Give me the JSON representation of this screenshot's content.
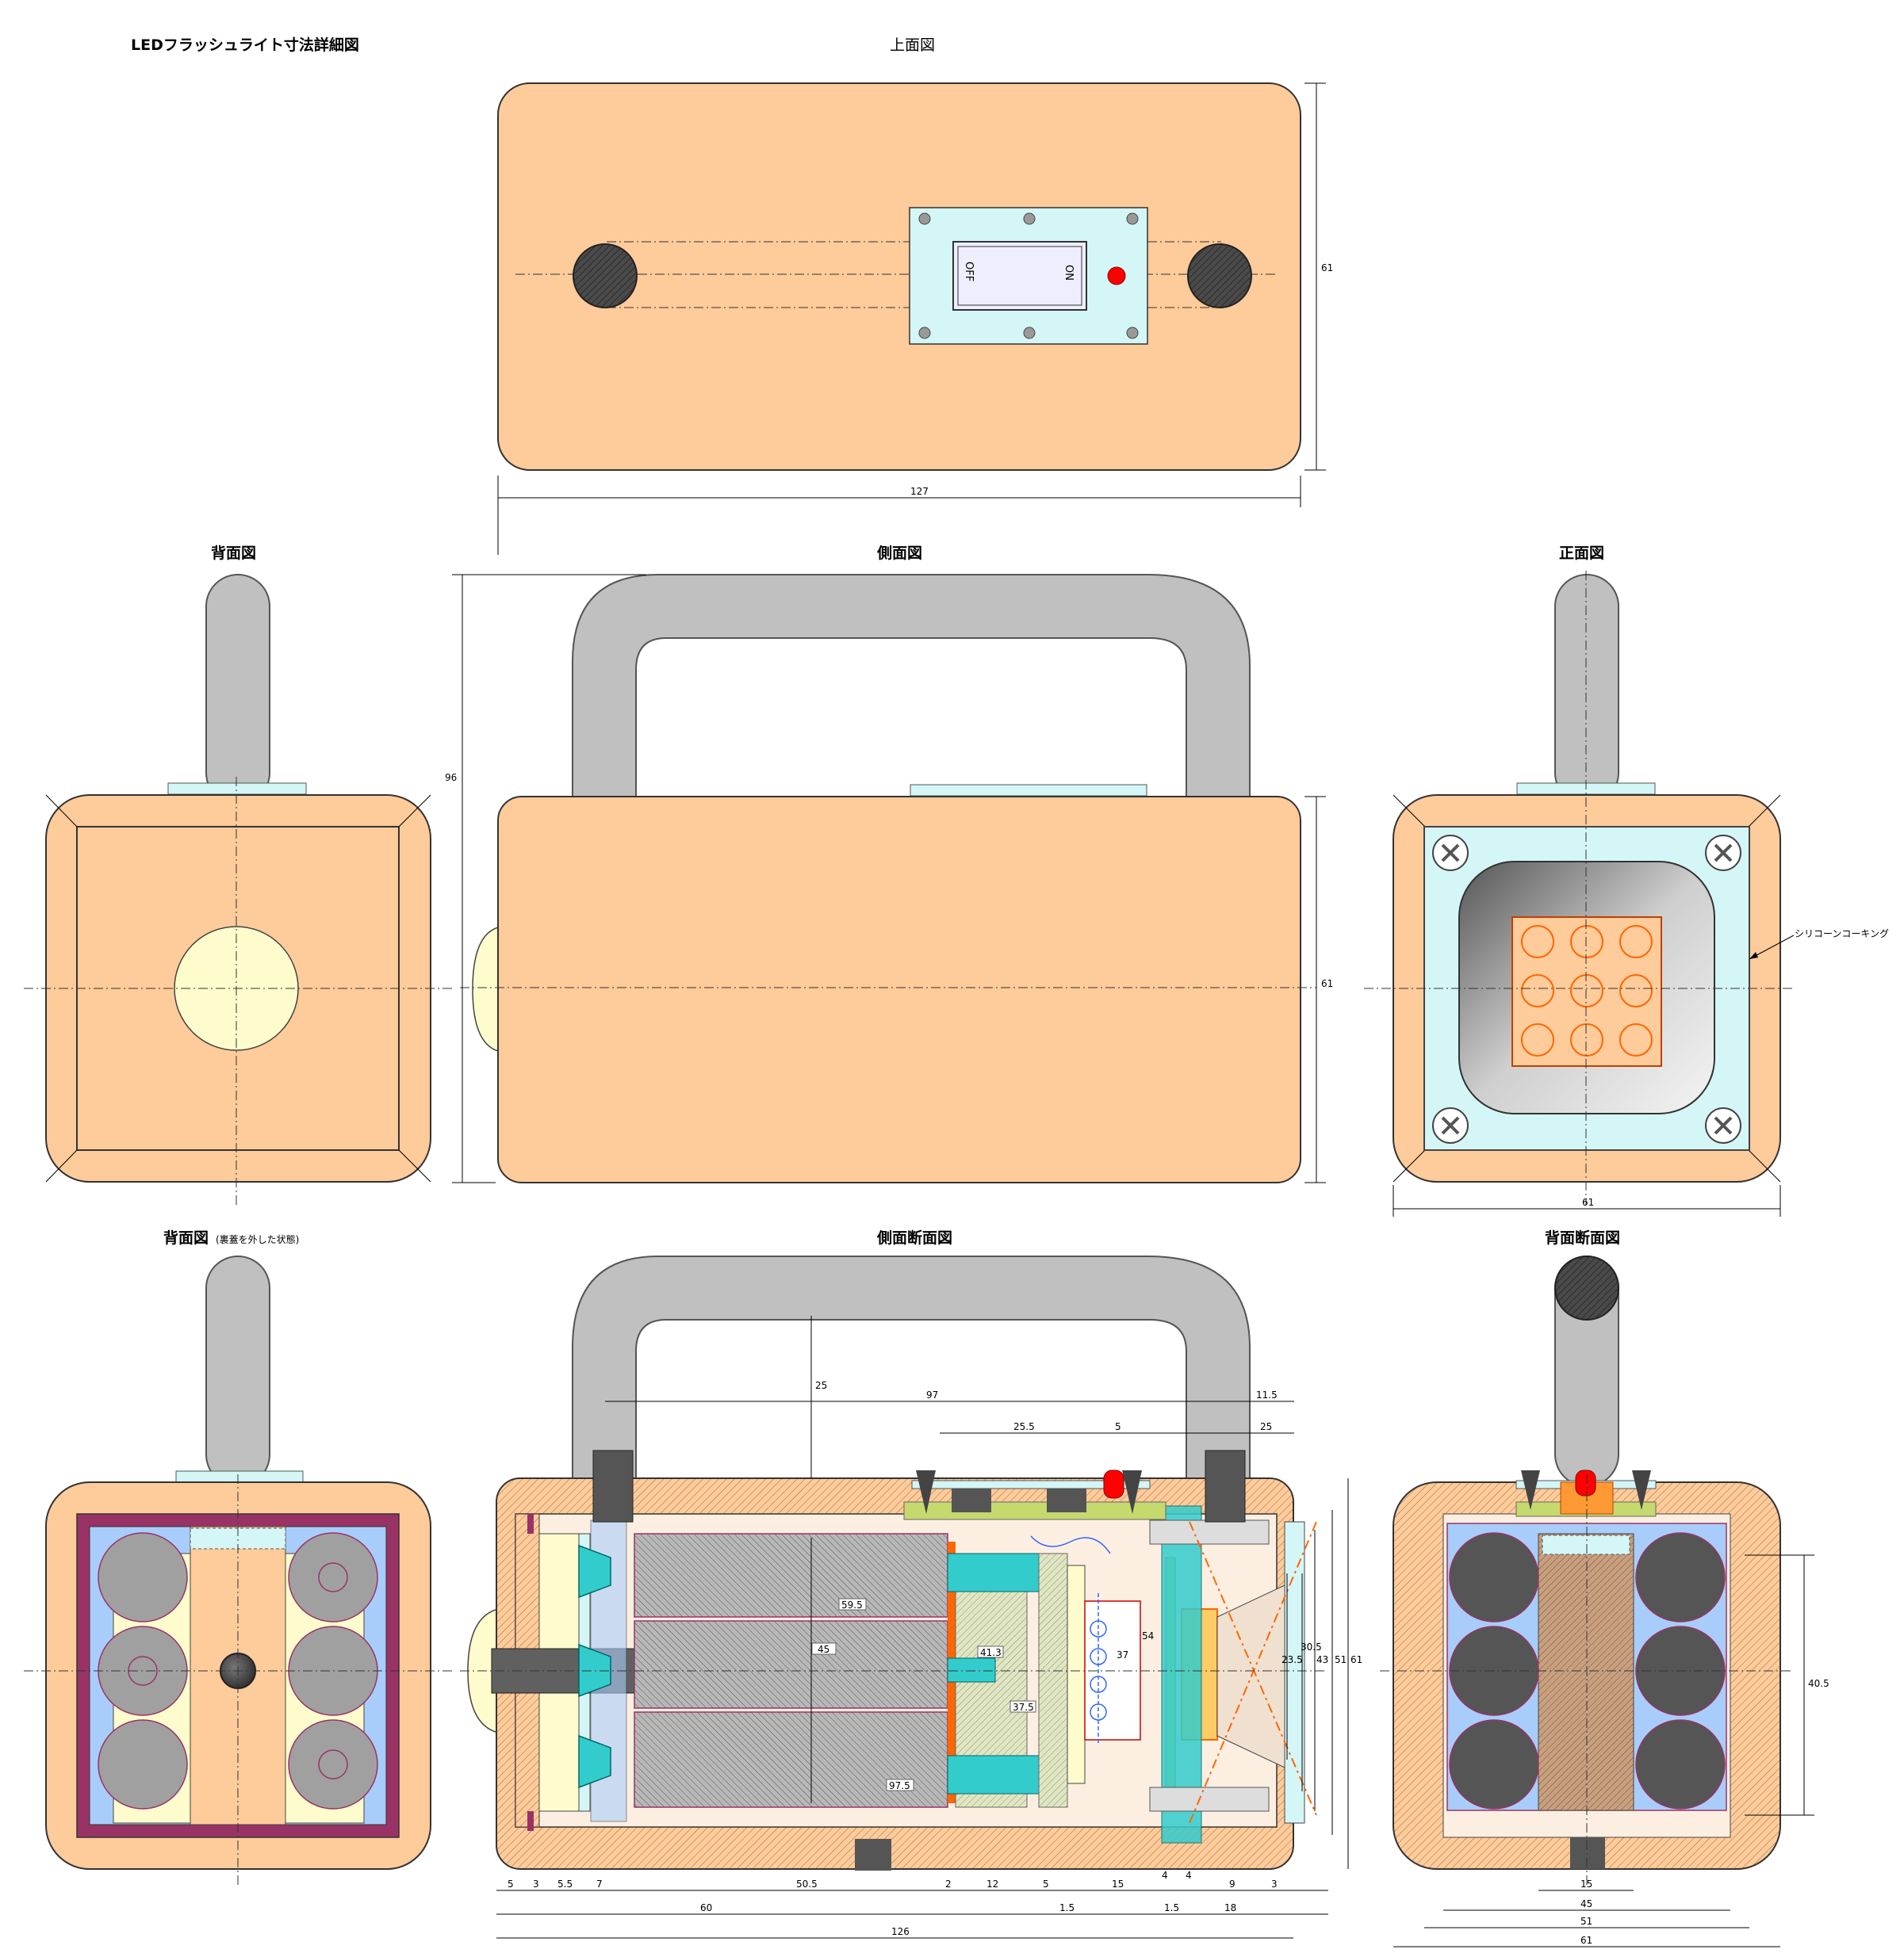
{
  "title": "LEDフラッシュライト寸法詳細図",
  "views": {
    "top": "上面図",
    "back": "背面図",
    "side": "側面図",
    "front": "正面図",
    "back_open": "背面図",
    "back_open_note": "(裏蓋を外した状態)",
    "side_section": "側面断面図",
    "back_section": "背面断面図"
  },
  "switch": {
    "off": "OFF",
    "on": "ON"
  },
  "callout": "シリコーンコーキング",
  "dims": {
    "top_height": "61",
    "top_width": "127",
    "side_height_total": "96",
    "side_height_body": "61",
    "front_width": "61",
    "sec_handle": "25",
    "sec_97": "97",
    "sec_11_5": "11.5",
    "sec_25_5": "25.5",
    "sec_5_top": "5",
    "sec_25_right": "25",
    "sec_59_5": "59.5",
    "sec_45": "45",
    "sec_41_3": "41.3",
    "sec_37_5": "37.5",
    "sec_97_5": "97.5",
    "sec_54": "54",
    "sec_37": "37",
    "sec_23_5": "23.5",
    "sec_30_5": "30.5",
    "sec_43": "43",
    "sec_51": "51",
    "sec_61": "61",
    "b_5": "5",
    "b_3": "3",
    "b_5_5": "5.5",
    "b_7": "7",
    "b_50_5": "50.5",
    "b_2": "2",
    "b_12": "12",
    "b_5b": "5",
    "b_15": "15",
    "b_4a": "4",
    "b_4b": "4",
    "b_9": "9",
    "b_3b": "3",
    "b_60": "60",
    "b_1_5a": "1.5",
    "b_1_5b": "1.5",
    "b_18": "18",
    "b_126": "126",
    "bs_40_5": "40.5",
    "bs_15": "15",
    "bs_45": "45",
    "bs_51": "51",
    "bs_61": "61"
  },
  "colors": {
    "body": "#fecb9a",
    "handle": "#c0c0c0",
    "switch_plate": "#d4f6f6",
    "lens": "#fefccc",
    "battery": "#a0a0a0",
    "led": "#ff0000",
    "holder": "#a9cdfa",
    "gasket": "#993366"
  }
}
